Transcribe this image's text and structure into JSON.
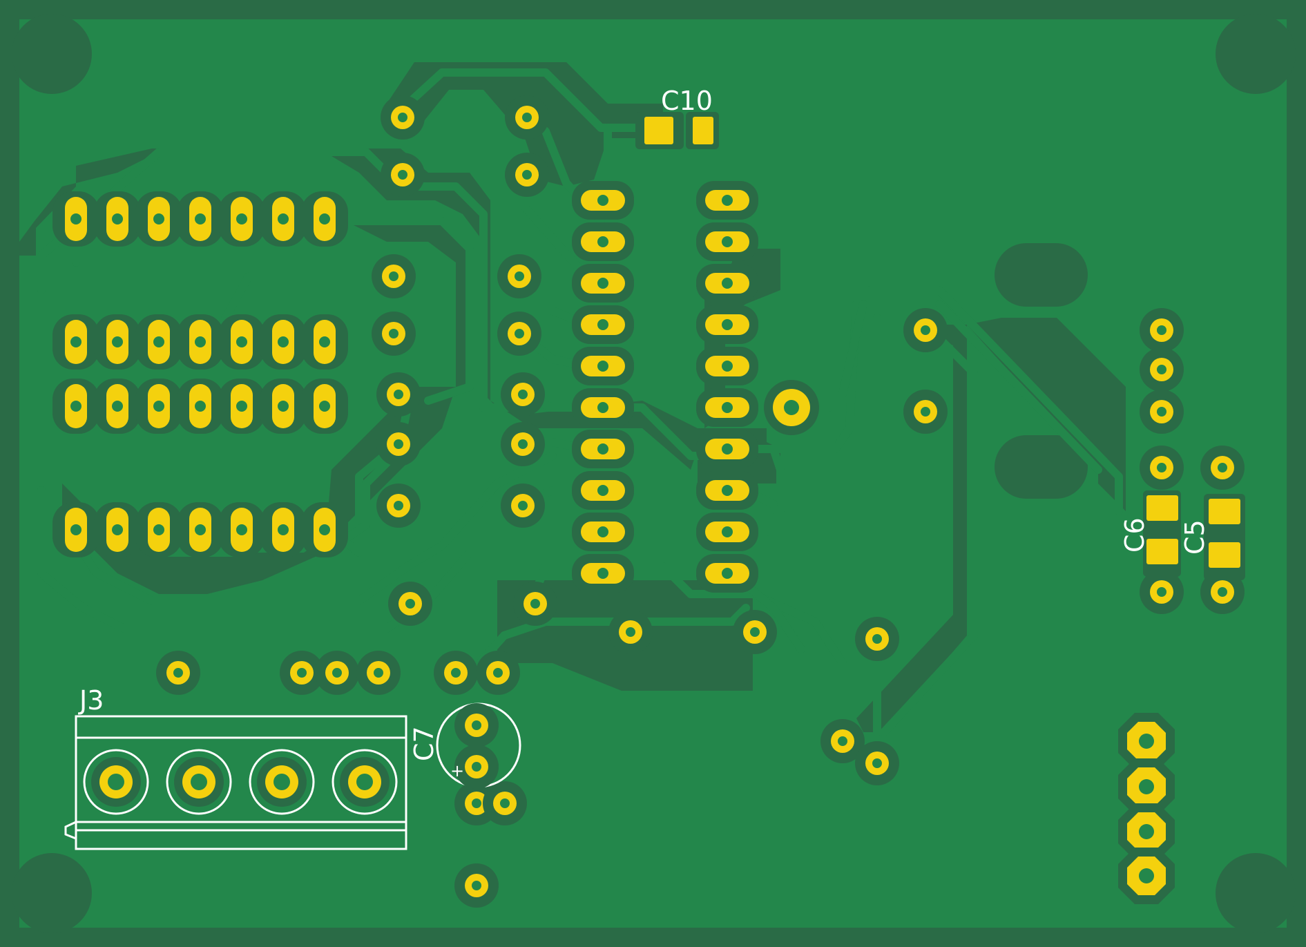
{
  "colors": {
    "board_edge": "#2a6b46",
    "copper_pour": "#23874b",
    "clearance": "#2a6b46",
    "trace": "#23874b",
    "pad": "#f4d10e",
    "hole": "#23874b",
    "silkscreen": "#ffffff"
  },
  "labels": {
    "c10": "C10",
    "c7": "C7",
    "c6": "C6",
    "c5": "C5",
    "j3": "J3",
    "polarity": "+"
  }
}
